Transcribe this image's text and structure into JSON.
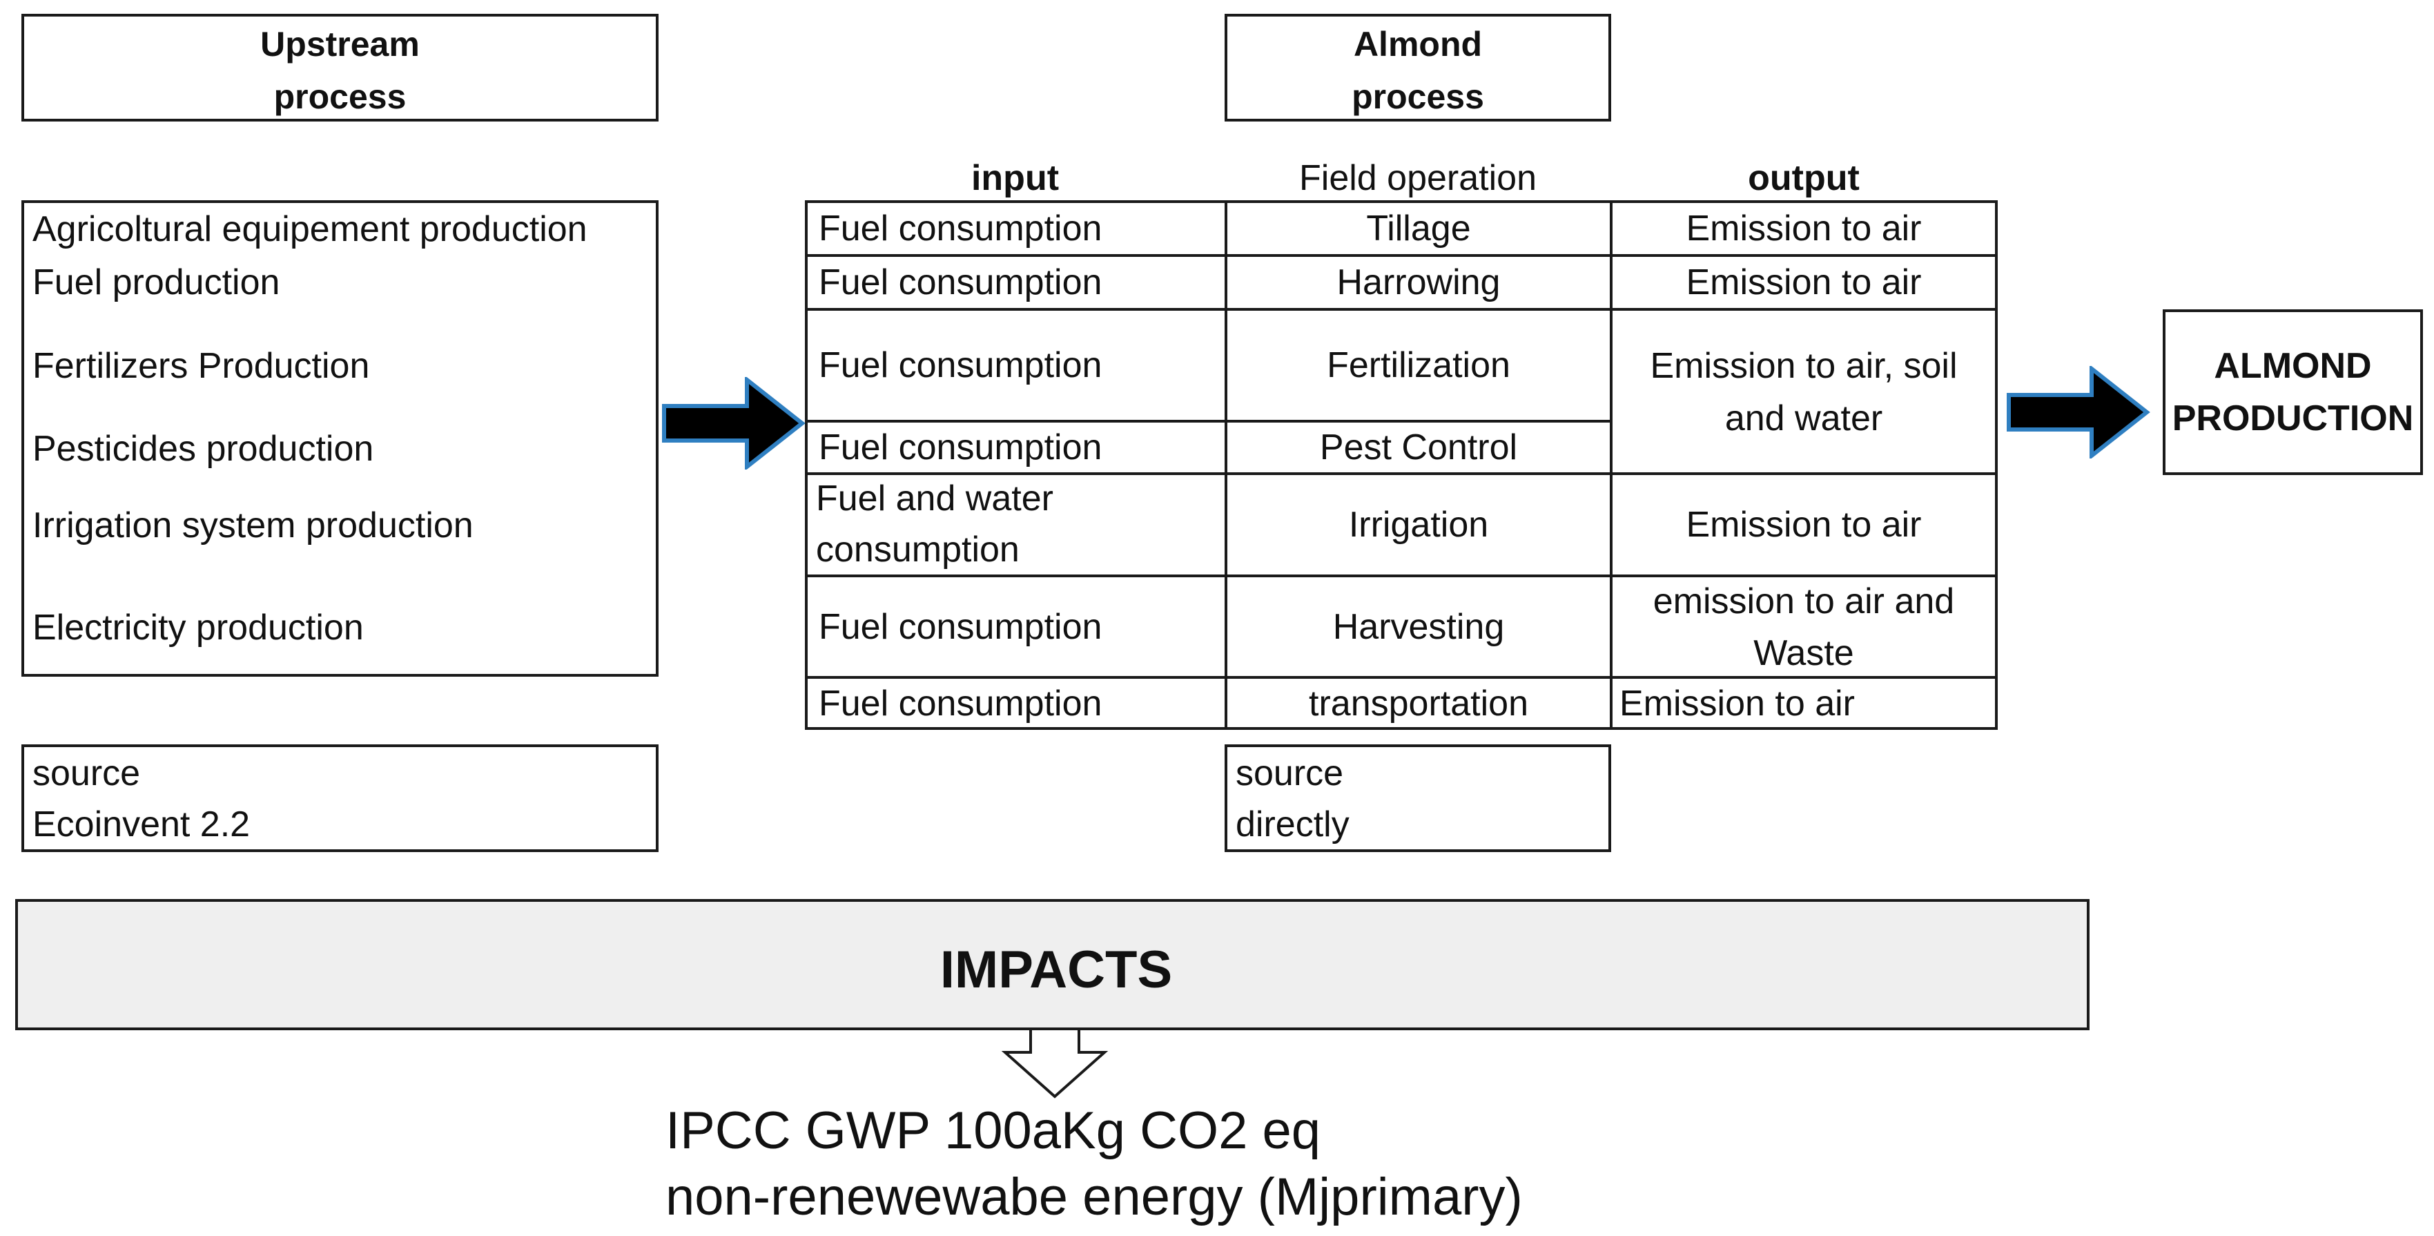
{
  "upstream": {
    "title_line1": "Upstream",
    "title_line2": "process",
    "items": [
      "Agricoltural equipement  production",
      "Fuel production",
      "Fertilizers Production",
      "Pesticides production",
      "Irrigation system production",
      "Electricity production"
    ],
    "source_label": "source",
    "source_value": "Ecoinvent 2.2"
  },
  "almond": {
    "title_line1": "Almond",
    "title_line2": "process",
    "source_label": "source",
    "source_value": "directly"
  },
  "table": {
    "col_input": "input",
    "col_field": "Field operation",
    "col_output": "output",
    "rows": [
      {
        "input": "Fuel consumption",
        "field": "Tillage",
        "output": "Emission to air"
      },
      {
        "input": "Fuel consumption",
        "field": "Harrowing",
        "output": "Emission to air"
      },
      {
        "input": "Fuel consumption",
        "field": "Fertilization",
        "output": "Emission to air, soil"
      },
      {
        "input": "Fuel consumption",
        "field": "Pest Control",
        "output": "and water"
      },
      {
        "input": "Fuel and water",
        "input2": "consumption",
        "field": "Irrigation",
        "output": "Emission to air"
      },
      {
        "input": "Fuel consumption",
        "field": "Harvesting",
        "output": "emission to air and",
        "output2": "Waste"
      },
      {
        "input": "Fuel consumption",
        "field": "transportation",
        "output": "Emission to air"
      }
    ]
  },
  "result": {
    "line1": "ALMOND",
    "line2": "PRODUCTION"
  },
  "impacts": {
    "title": "IMPACTS",
    "line1": "IPCC GWP 100aKg CO2 eq",
    "line2": "non-renewewabe energy (Mjprimary)"
  },
  "colors": {
    "arrow_fill": "#000000",
    "arrow_stroke": "#2f7fc1",
    "impacts_bg": "#efefef"
  }
}
